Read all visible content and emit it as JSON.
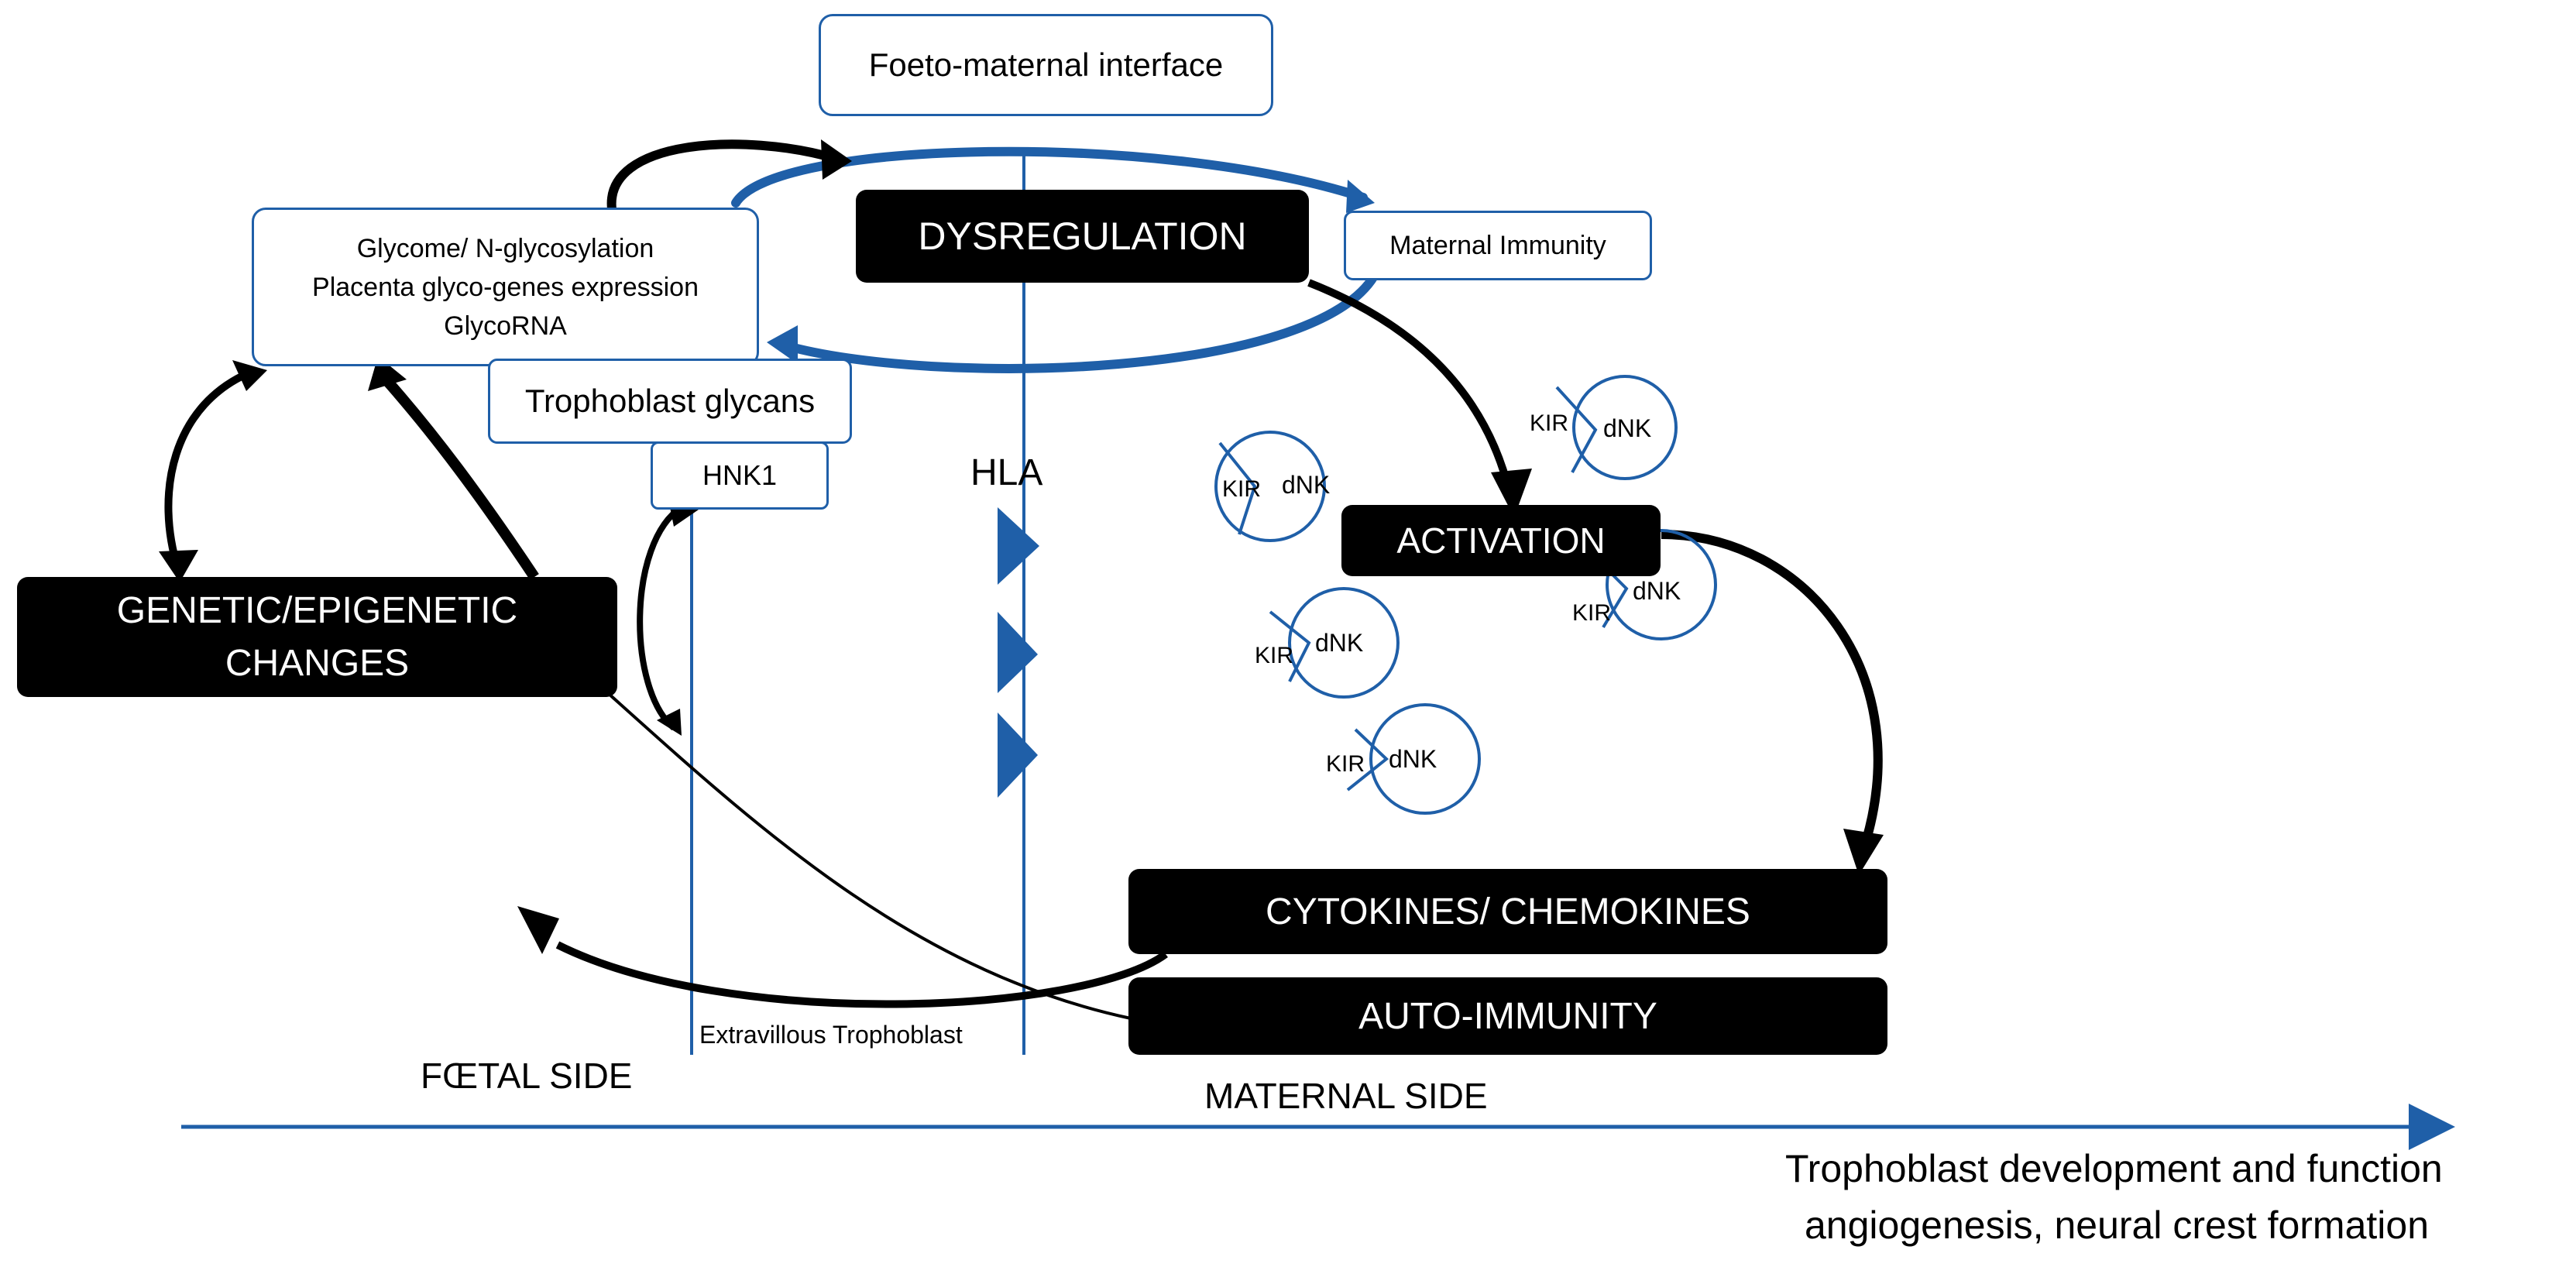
{
  "interface_label": "Foeto-maternal interface",
  "glyco_box": {
    "line1": "Glycome/ N-glycosylation",
    "line2": "Placenta glyco-genes expression",
    "line3": "GlycoRNA"
  },
  "trophoblast_glycans": "Trophoblast glycans",
  "hnk1": "HNK1",
  "hla": "HLA",
  "dysregulation": "DYSREGULATION",
  "maternal_immunity": "Maternal Immunity",
  "activation": "ACTIVATION",
  "genetic_line1": "GENETIC/EPIGENETIC",
  "genetic_line2": "CHANGES",
  "cytokines": "CYTOKINES/ CHEMOKINES",
  "auto_immunity": "AUTO-IMMUNITY",
  "extravillous": "Extravillous Trophoblast",
  "foetal_side": "FŒTAL SIDE",
  "maternal_side": "MATERNAL SIDE",
  "footer_line1": "Trophoblast development and function",
  "footer_line2": "angiogenesis, neural crest formation",
  "kir_label": "KIR",
  "dnk_label": "dNK",
  "colors": {
    "accent": "#1f5fa8",
    "dark_box": "#000000"
  }
}
